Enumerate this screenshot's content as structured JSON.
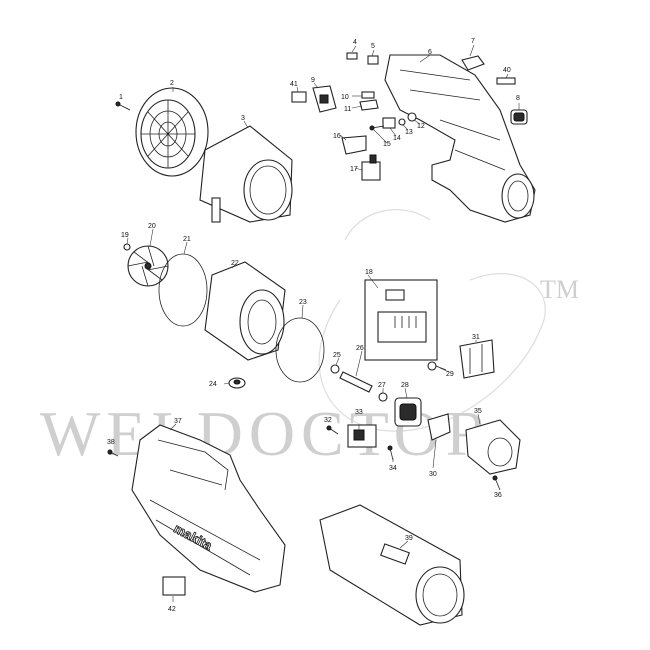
{
  "watermark": {
    "text": "WELDOCTOR",
    "tm": "TM",
    "color": "#cfcfcf"
  },
  "housing_logo": "makita",
  "callouts": [
    "1",
    "2",
    "3",
    "4",
    "5",
    "6",
    "7",
    "8",
    "9",
    "10",
    "11",
    "12",
    "13",
    "14",
    "15",
    "16",
    "17",
    "18",
    "19",
    "20",
    "21",
    "22",
    "23",
    "24",
    "25",
    "26",
    "27",
    "28",
    "29",
    "30",
    "31",
    "32",
    "33",
    "34",
    "35",
    "36",
    "37",
    "38",
    "39",
    "40",
    "41",
    "42"
  ]
}
